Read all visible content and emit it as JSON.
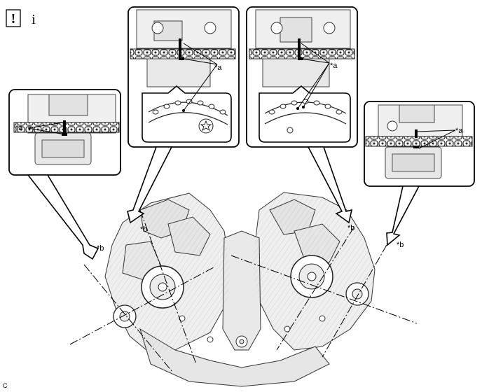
{
  "header": {
    "warning_icon_glyph": "!",
    "info_icon_glyph": "i"
  },
  "callouts": {
    "a": "*a",
    "b": "*b"
  },
  "footer": {
    "figure_code": "C"
  }
}
